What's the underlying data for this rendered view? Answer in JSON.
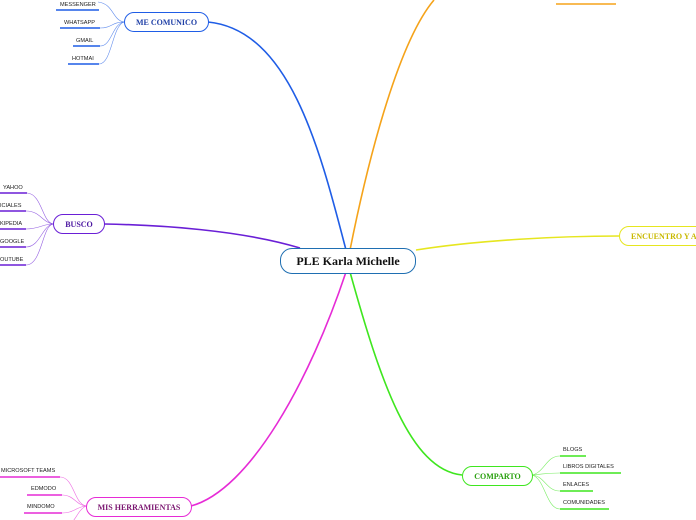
{
  "central": {
    "label": "PLE Karla Michelle"
  },
  "branches": {
    "me_comunico": {
      "label": "ME COMUNICO",
      "color": "#1f5de6",
      "items": [
        "MESSENGER",
        "WHATSAPP",
        "GMAIL",
        "HOTMAI"
      ]
    },
    "busco": {
      "label": "BUSCO",
      "color": "#6a1fd6",
      "items": [
        "YAHOO",
        "ICIALES",
        "KIPEDIA",
        "GOOGLE",
        "OUTUBE"
      ]
    },
    "mis_herramientas": {
      "label": "MIS HERRAMIENTAS",
      "color": "#e62bd6",
      "items": [
        "MICROSOFT TEAMS",
        "EDMODO",
        "MINDOMO"
      ]
    },
    "comparto": {
      "label": "COMPARTO",
      "color": "#3fe61f",
      "items": [
        "BLOGS",
        "LIBROS DIGITALES",
        "ENLACES",
        "COMUNIDADES"
      ]
    },
    "encuentro": {
      "label": "ENCUENTRO Y A",
      "color": "#e6e61f"
    },
    "top_right": {
      "color": "#f5a31a"
    }
  }
}
